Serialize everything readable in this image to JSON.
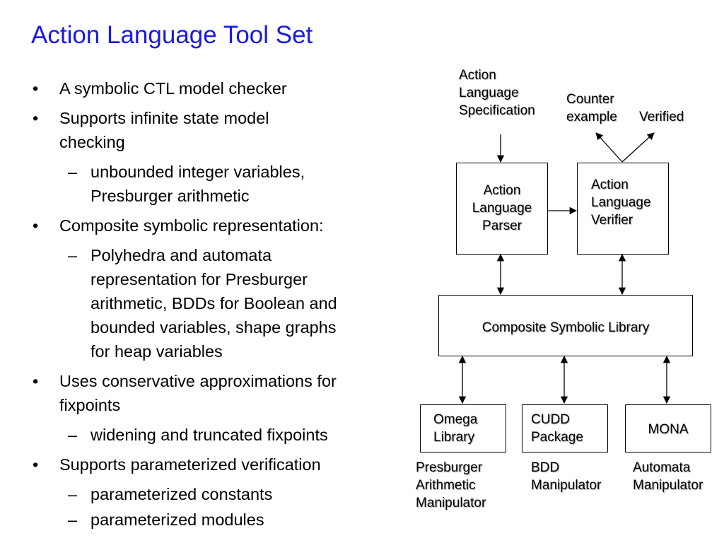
{
  "slide": {
    "title": "Action Language Tool Set",
    "bullets": [
      {
        "level": 1,
        "marker": "•",
        "text": "A symbolic CTL model checker"
      },
      {
        "level": 1,
        "marker": "•",
        "text": "Supports infinite state model checking"
      },
      {
        "level": 2,
        "marker": "–",
        "text": "unbounded integer variables, Presburger arithmetic"
      },
      {
        "level": 1,
        "marker": "•",
        "text": "Composite symbolic representation:"
      },
      {
        "level": 2,
        "marker": "–",
        "text": "Polyhedra and automata representation for Presburger arithmetic, BDDs for Boolean and bounded variables, shape graphs for heap variables"
      },
      {
        "level": 1,
        "marker": "•",
        "text": "Uses conservative approximations for fixpoints"
      },
      {
        "level": 2,
        "marker": "–",
        "text": "widening and truncated fixpoints"
      },
      {
        "level": 1,
        "marker": "•",
        "text": "Supports parameterized verification"
      },
      {
        "level": 2,
        "marker": "–",
        "text": "parameterized constants"
      },
      {
        "level": 2,
        "marker": "–",
        "text": "parameterized modules"
      }
    ]
  },
  "diagram": {
    "input_label": "Action\nLanguage\nSpecification",
    "counter_label": "Counter\nexample",
    "verified_label": "Verified",
    "parser_label": "Action\nLanguage\nParser",
    "verifier_label": "Action\nLanguage\nVerifier",
    "library_label": "Composite Symbolic Library",
    "omega_label": "Omega\nLibrary",
    "cudd_label": "CUDD\nPackage",
    "mona_label": "MONA",
    "presburger_label": "Presburger\nArithmetic\nManipulator",
    "bdd_label": "BDD\nManipulator",
    "automata_label": "Automata\nManipulator"
  }
}
